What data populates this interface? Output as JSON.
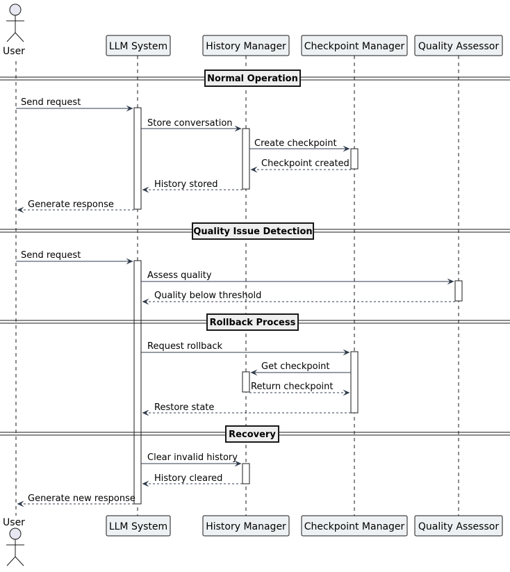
{
  "participants": [
    {
      "id": "user",
      "label": "User",
      "kind": "actor"
    },
    {
      "id": "llm",
      "label": "LLM System",
      "kind": "box"
    },
    {
      "id": "history",
      "label": "History Manager",
      "kind": "box"
    },
    {
      "id": "checkpoint",
      "label": "Checkpoint Manager",
      "kind": "box"
    },
    {
      "id": "quality",
      "label": "Quality Assessor",
      "kind": "box"
    }
  ],
  "sections": [
    {
      "label": "Normal Operation"
    },
    {
      "label": "Quality Issue Detection"
    },
    {
      "label": "Rollback Process"
    },
    {
      "label": "Recovery"
    }
  ],
  "messages": [
    {
      "from": "user",
      "to": "llm",
      "label": "Send request",
      "style": "solid"
    },
    {
      "from": "llm",
      "to": "history",
      "label": "Store conversation",
      "style": "solid"
    },
    {
      "from": "history",
      "to": "checkpoint",
      "label": "Create checkpoint",
      "style": "solid"
    },
    {
      "from": "checkpoint",
      "to": "history",
      "label": "Checkpoint created",
      "style": "dashed"
    },
    {
      "from": "history",
      "to": "llm",
      "label": "History stored",
      "style": "dashed"
    },
    {
      "from": "llm",
      "to": "user",
      "label": "Generate response",
      "style": "dashed"
    },
    {
      "from": "user",
      "to": "llm",
      "label": "Send request",
      "style": "solid"
    },
    {
      "from": "llm",
      "to": "quality",
      "label": "Assess quality",
      "style": "solid"
    },
    {
      "from": "quality",
      "to": "llm",
      "label": "Quality below threshold",
      "style": "dashed"
    },
    {
      "from": "llm",
      "to": "checkpoint",
      "label": "Request rollback",
      "style": "solid"
    },
    {
      "from": "checkpoint",
      "to": "history",
      "label": "Get checkpoint",
      "style": "solid"
    },
    {
      "from": "history",
      "to": "checkpoint",
      "label": "Return checkpoint",
      "style": "dashed"
    },
    {
      "from": "checkpoint",
      "to": "llm",
      "label": "Restore state",
      "style": "dashed"
    },
    {
      "from": "llm",
      "to": "history",
      "label": "Clear invalid history",
      "style": "solid"
    },
    {
      "from": "history",
      "to": "llm",
      "label": "History cleared",
      "style": "dashed"
    },
    {
      "from": "llm",
      "to": "user",
      "label": "Generate new response",
      "style": "dashed"
    }
  ],
  "colors": {
    "participant_fill": "#eef1f3",
    "participant_stroke": "#181818",
    "lifeline": "#181818",
    "arrow": "#2f3b4c",
    "activation_fill": "#ffffff",
    "actor_head_fill": "#e8e8f2",
    "separator_box_fill": "#eeeeee"
  }
}
